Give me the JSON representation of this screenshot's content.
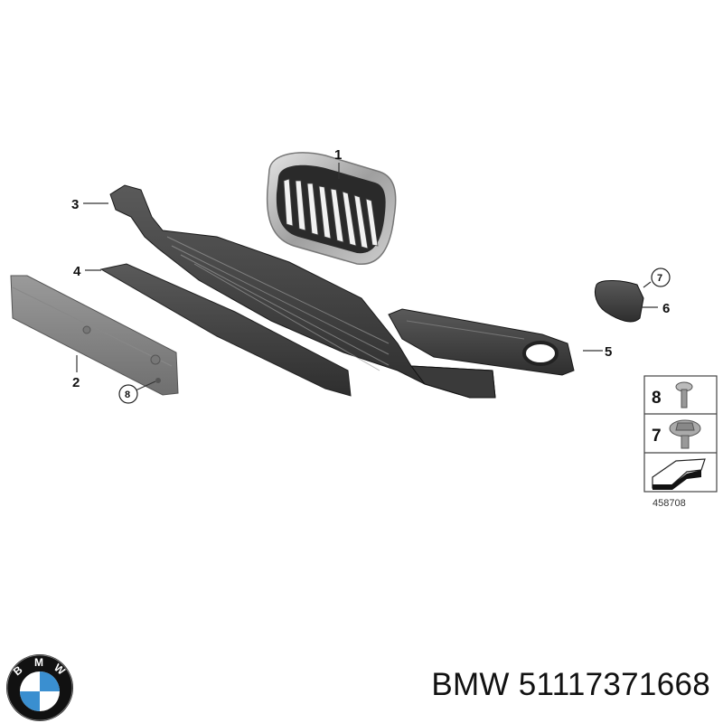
{
  "diagram": {
    "callouts": [
      {
        "id": "1",
        "label": "1",
        "part": "kidney-grille"
      },
      {
        "id": "2",
        "label": "2",
        "part": "license-plate-base"
      },
      {
        "id": "3",
        "label": "3",
        "part": "lower-grille-center"
      },
      {
        "id": "4",
        "label": "4",
        "part": "trim-strip"
      },
      {
        "id": "5",
        "label": "5",
        "part": "fog-light-grille"
      },
      {
        "id": "6",
        "label": "6",
        "part": "fog-light-cover"
      }
    ],
    "circled_callouts": [
      {
        "id": "7",
        "label": "7"
      },
      {
        "id": "8",
        "label": "8"
      }
    ],
    "legend": {
      "items": [
        {
          "label": "8",
          "icon": "torx-screw-icon"
        },
        {
          "label": "7",
          "icon": "hex-flange-bolt-icon"
        }
      ],
      "arrow_icon": "direction-arrow-icon",
      "diagram_number": "458708"
    }
  },
  "footer": {
    "logo": "bmw-logo",
    "logo_letters": [
      "B",
      "M",
      "W"
    ],
    "brand": "BMW",
    "part_number": "51117371668",
    "title": "BMW 51117371668"
  }
}
